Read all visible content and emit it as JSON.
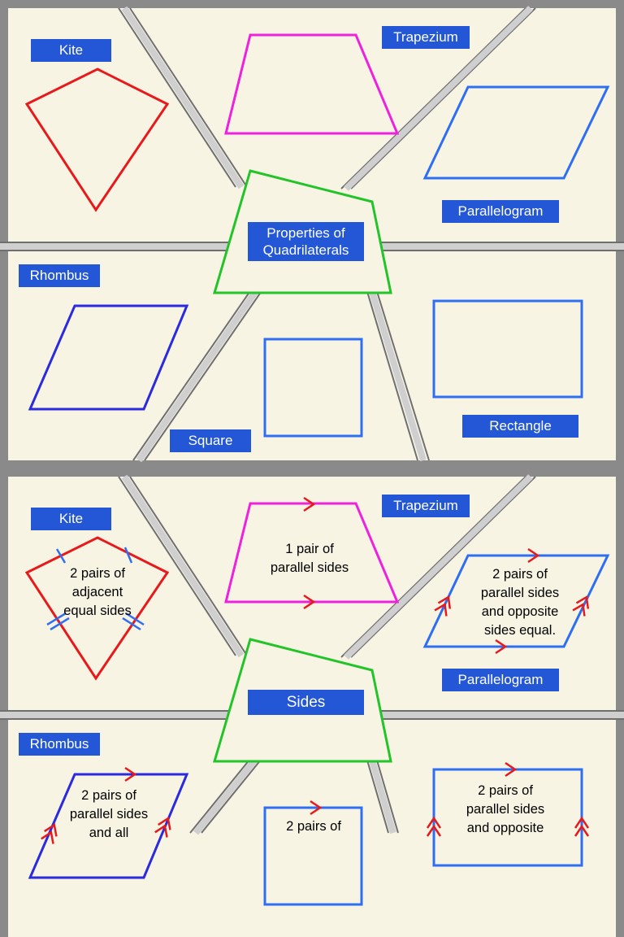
{
  "slide1": {
    "center_label": [
      "Properties of",
      "Quadrilaterals"
    ],
    "shapes": {
      "kite": "Kite",
      "trapezium": "Trapezium",
      "parallelogram": "Parallelogram",
      "rhombus": "Rhombus",
      "square": "Square",
      "rectangle": "Rectangle"
    }
  },
  "slide2": {
    "center_label": "Sides",
    "shapes": {
      "kite": "Kite",
      "trapezium": "Trapezium",
      "parallelogram": "Parallelogram",
      "rhombus": "Rhombus"
    },
    "descriptions": {
      "kite": [
        "2 pairs of",
        "adjacent",
        "equal sides"
      ],
      "trapezium": [
        "1 pair of",
        "parallel sides"
      ],
      "parallelogram": [
        "2 pairs of",
        "parallel sides",
        "and opposite",
        "sides equal."
      ],
      "rhombus": [
        "2 pairs of",
        "parallel sides",
        "and all"
      ],
      "square": [
        "2 pairs of"
      ],
      "rectangle": [
        "2 pairs of",
        "parallel sides",
        "and opposite"
      ]
    }
  },
  "colors": {
    "background": "#f8f4e4",
    "label": "#2457d6",
    "kite": "#e8191b",
    "trapezium": "#ee22dd",
    "parallelogram": "#2e6ef2",
    "rhombus": "#2a2adf",
    "center": "#22c42a",
    "divider": "#6f6f6f",
    "marker": "#e8191b"
  }
}
